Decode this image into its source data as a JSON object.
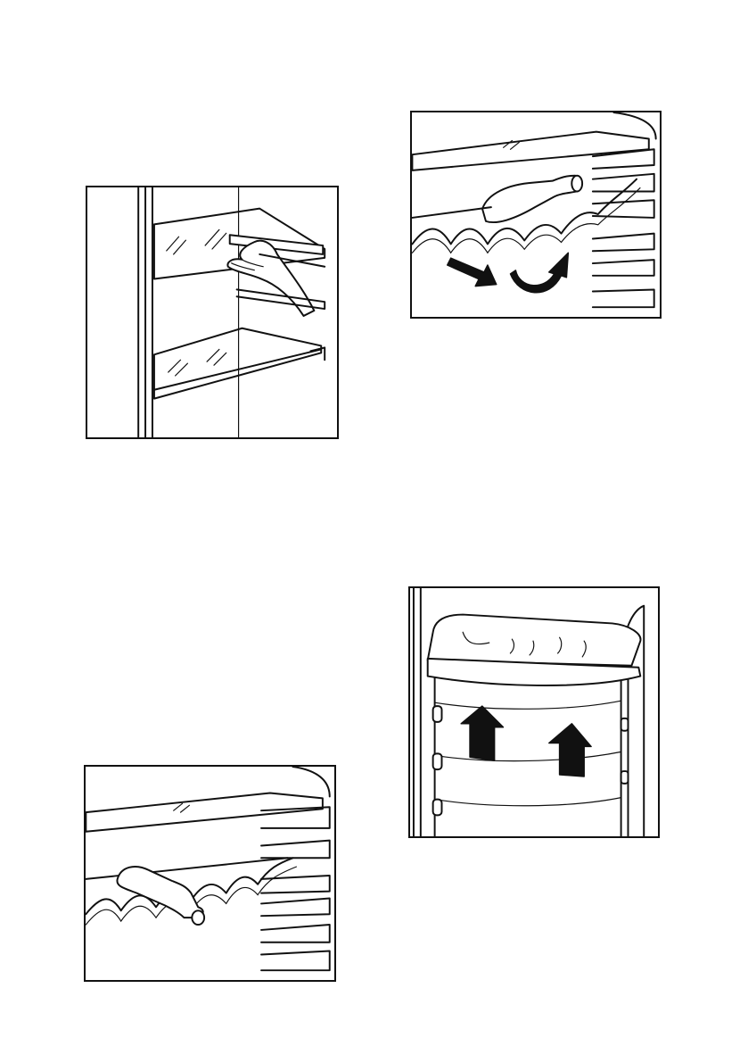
{
  "figures": [
    {
      "id": "shelf-removal",
      "icon": "hand-lifting-glass-shelf"
    },
    {
      "id": "bottle-rack-removal",
      "icon": "bottle-rack-with-arrows"
    },
    {
      "id": "bottle-rack",
      "icon": "bottle-rack-with-bottle"
    },
    {
      "id": "door-shelf-removal",
      "icon": "door-balcony-with-up-arrows"
    }
  ],
  "colors": {
    "line": "#111111",
    "background": "#ffffff"
  }
}
